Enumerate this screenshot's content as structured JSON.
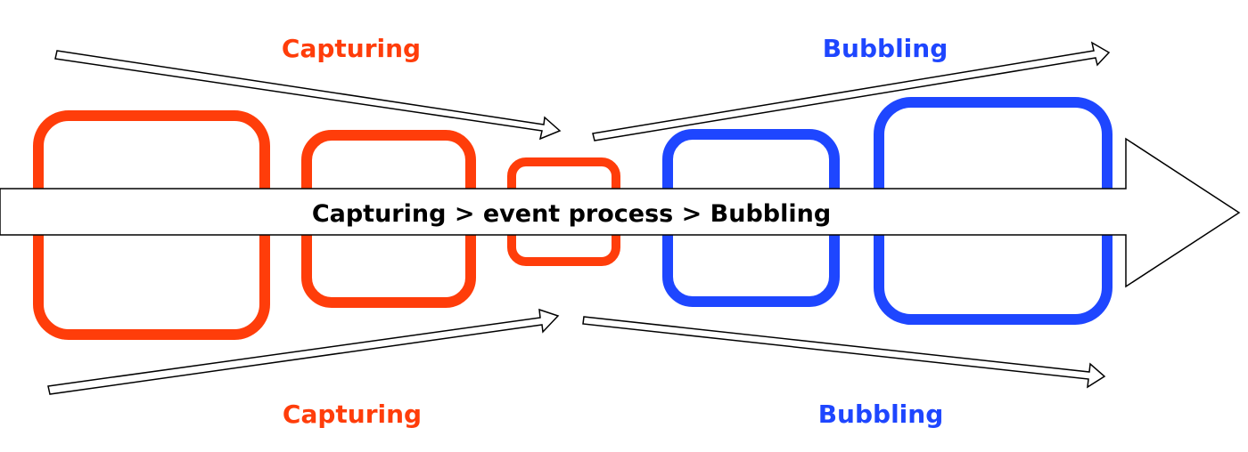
{
  "labels": {
    "capturing_top": "Capturing",
    "bubbling_top": "Bubbling",
    "capturing_bottom": "Capturing",
    "bubbling_bottom": "Bubbling",
    "main_arrow": "Capturing > event process > Bubbling"
  },
  "colors": {
    "capturing": "#FF3D0A",
    "bubbling": "#1E46FF",
    "outline": "#000000",
    "text": "#000000"
  }
}
